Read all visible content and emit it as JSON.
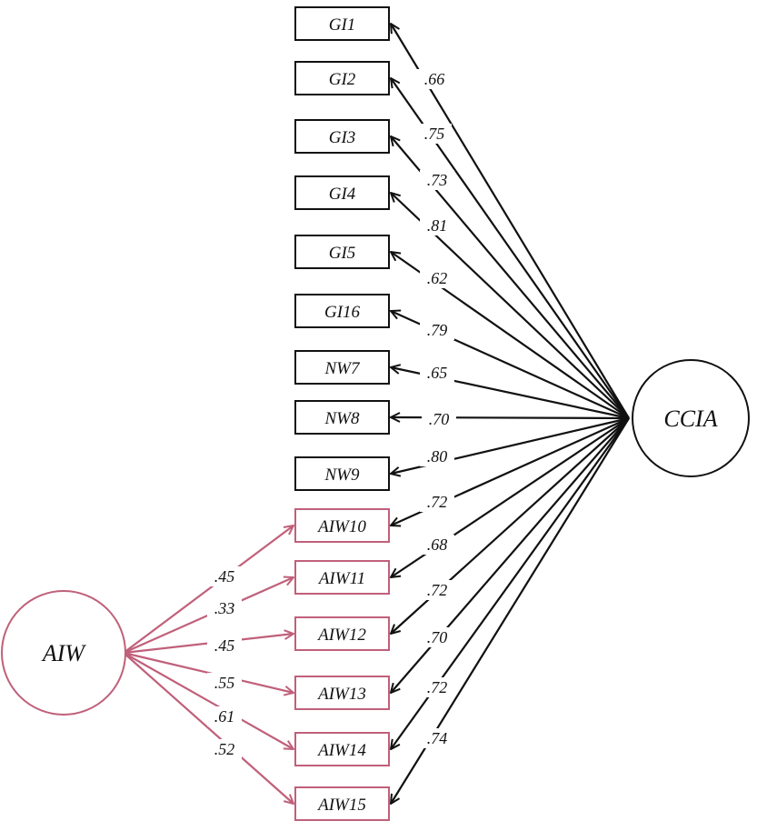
{
  "colors": {
    "ccia": "#111111",
    "aiw": "#c0607a",
    "background": "#ffffff"
  },
  "latents": {
    "ccia": {
      "label": "CCIA"
    },
    "aiw": {
      "label": "AIW"
    }
  },
  "indicators": [
    {
      "label": "GI1",
      "group": "ccia"
    },
    {
      "label": "GI2",
      "group": "ccia"
    },
    {
      "label": "GI3",
      "group": "ccia"
    },
    {
      "label": "GI4",
      "group": "ccia"
    },
    {
      "label": "GI5",
      "group": "ccia"
    },
    {
      "label": "GI16",
      "group": "ccia"
    },
    {
      "label": "NW7",
      "group": "ccia"
    },
    {
      "label": "NW8",
      "group": "ccia"
    },
    {
      "label": "NW9",
      "group": "ccia"
    },
    {
      "label": "AIW10",
      "group": "aiw"
    },
    {
      "label": "AIW11",
      "group": "aiw"
    },
    {
      "label": "AIW12",
      "group": "aiw"
    },
    {
      "label": "AIW13",
      "group": "aiw"
    },
    {
      "label": "AIW14",
      "group": "aiw"
    },
    {
      "label": "AIW15",
      "group": "aiw"
    }
  ],
  "ccia_loadings": [
    ".66",
    ".75",
    ".73",
    ".81",
    ".62",
    ".79",
    ".65",
    ".70",
    ".80",
    ".72",
    ".68",
    ".72",
    ".70",
    ".72",
    ".74"
  ],
  "aiw_loadings": [
    ".45",
    ".33",
    ".45",
    ".55",
    ".61",
    ".52"
  ]
}
